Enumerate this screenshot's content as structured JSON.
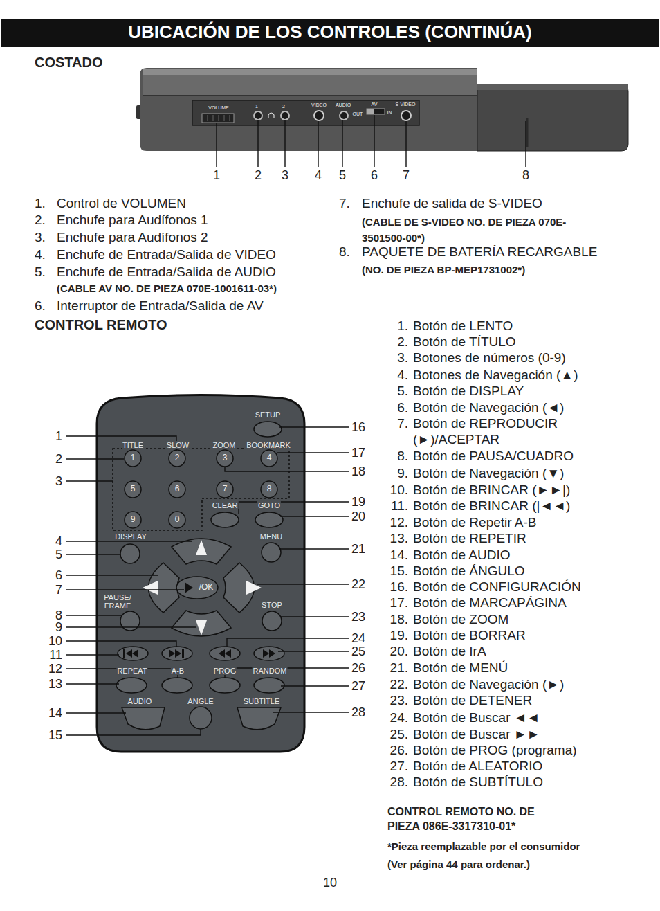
{
  "diagram": {
    "title": "UBICACIÓN DE LOS CONTROLES (CONTINÚA)",
    "labels": [
      "COSTADO",
      "VOLUME",
      "1",
      "2",
      "VIDEO",
      "AUDIO",
      "OUT",
      "AV",
      "IN",
      "S-VIDEO",
      "1",
      "2",
      "3",
      "4",
      "5",
      "6",
      "7",
      "8",
      "1.",
      "Control de VOLUMEN",
      "2.",
      "Enchufe para Audífonos 1",
      "3.",
      "Enchufe para Audífonos 2",
      "4.",
      "Enchufe de Entrada/Salida de VIDEO",
      "5.",
      "Enchufe de Entrada/Salida de AUDIO",
      "(CABLE AV NO. DE PIEZA 070E-1001611-03*)",
      "6.",
      "Interruptor de Entrada/Salida de AV",
      "7.",
      "Enchufe de salida de S-VIDEO",
      "(CABLE DE S-VIDEO NO. DE PIEZA 070E-3501500-00*)",
      "8.",
      "PAQUETE DE BATERÍA RECARGABLE",
      "(NO. DE PIEZA BP-MEP1731002*)",
      "CONTROL REMOTO",
      "SETUP",
      "TITLE",
      "SLOW",
      "ZOOM",
      "BOOKMARK",
      "1",
      "2",
      "3",
      "4",
      "5",
      "6",
      "7",
      "8",
      "9",
      "0",
      "CLEAR",
      "GOTO",
      "DISPLAY",
      "MENU",
      "/OK",
      "PAUSE/ FRAME",
      "STOP",
      "REPEAT",
      "A-B",
      "PROG",
      "RANDOM",
      "AUDIO",
      "ANGLE",
      "SUBTITLE",
      "1",
      "2",
      "3",
      "4",
      "5",
      "6",
      "7",
      "8",
      "9",
      "10",
      "11",
      "12",
      "13",
      "14",
      "15",
      "16",
      "17",
      "18",
      "19",
      "20",
      "21",
      "22",
      "23",
      "24",
      "25",
      "26",
      "27",
      "28",
      "1.",
      "Botón de LENTO",
      "2.",
      "Botón de TÍTULO",
      "3.",
      "Botones de números (0-9)",
      "4.",
      "Botones de Navegación (▲)",
      "5.",
      "Botón de DISPLAY",
      "6.",
      "Botón de Navegación (◄)",
      "7.",
      "Botón de REPRODUCIR (►)/ACEPTAR",
      "8.",
      "Botón de PAUSA/CUADRO",
      "9.",
      "Botón de Navegación (▼)",
      "10.",
      "Botón de BRINCAR (►►|)",
      "11.",
      "Botón de BRINCAR (|◄◄)",
      "12.",
      "Botón de Repetir A-B",
      "13.",
      "Botón de REPETIR",
      "14.",
      "Botón de AUDIO",
      "15.",
      "Botón de ÁNGULO",
      "16.",
      "Botón de CONFIGURACIÓN",
      "17.",
      "Botón de MARCAPÁGINA",
      "18.",
      "Botón de ZOOM",
      "19.",
      "Botón de BORRAR",
      "20.",
      "Botón de IrA",
      "21.",
      "Botón de MENÚ",
      "22.",
      "Botón de Navegación (►)",
      "23.",
      "Botón de DETENER",
      "24.",
      "Botón de Buscar ◄◄",
      "25.",
      "Botón de Buscar ►►",
      "26.",
      "Botón de PROG (programa)",
      "27.",
      "Botón de ALEATORIO",
      "28.",
      "Botón de SUBTÍTULO",
      "CONTROL REMOTO NO. DE PIEZA 086E-3317310-01*",
      "*Pieza reemplazable por el consumidor",
      "(Ver página 44 para ordenar.)",
      "10"
    ]
  }
}
